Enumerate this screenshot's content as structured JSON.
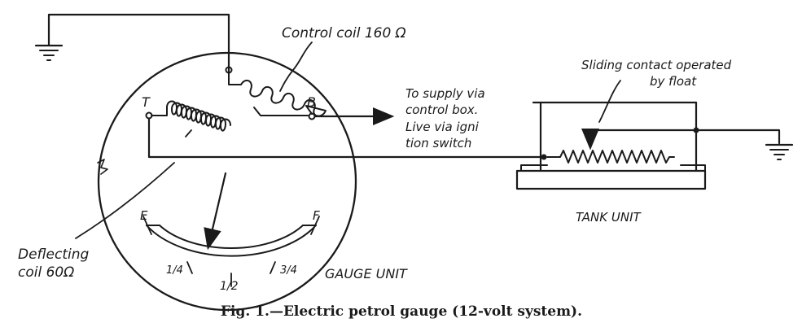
{
  "labels": {
    "control_coil": "Control coil 160 Ω",
    "terminal_t": "T",
    "terminal_b": "B",
    "supply_line1": "To supply via",
    "supply_line2": "control box.",
    "supply_line3": "Live via igni",
    "supply_line4": "tion switch",
    "sliding_line1": "Sliding contact operated",
    "sliding_line2": "by float",
    "tank_unit": "TANK UNIT",
    "deflecting_line1": "Deflecting",
    "deflecting_line2": "coil 60Ω",
    "gauge_unit": "GAUGE UNIT",
    "scale_e": "E",
    "scale_f": "F",
    "scale_quarter": "1/4",
    "scale_half": "1/2",
    "scale_three_quarter": "3/4"
  },
  "caption": "Fig. 1.—Electric petrol gauge (12-volt system).",
  "colors": {
    "ink": "#1a1a1a",
    "paper": "#ffffff"
  },
  "icons": [
    "ground-symbol",
    "coil-winding",
    "resistor-zigzag",
    "arrow"
  ]
}
